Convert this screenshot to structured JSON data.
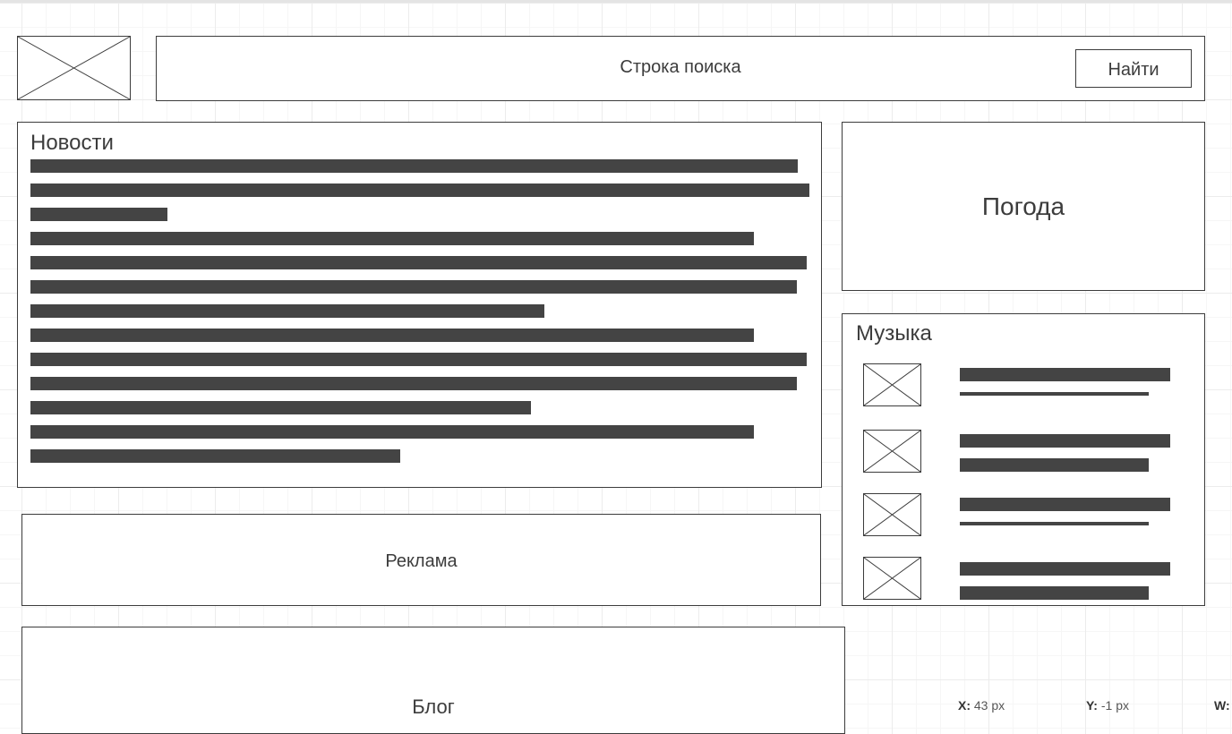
{
  "header": {
    "search_label": "Строка поиска",
    "search_button": "Найти"
  },
  "news": {
    "title": "Новости",
    "lines": 13
  },
  "weather": {
    "title": "Погода"
  },
  "music": {
    "title": "Музыка",
    "items": 4
  },
  "ads": {
    "title": "Реклама"
  },
  "blog": {
    "title": "Блог"
  },
  "status": {
    "x_label": "X:",
    "x_value": "43 px",
    "y_label": "Y:",
    "y_value": "-1 px",
    "w_label": "W:"
  },
  "colors": {
    "border": "#3c3c3c",
    "bar": "#444444",
    "grid": "#ececec"
  }
}
